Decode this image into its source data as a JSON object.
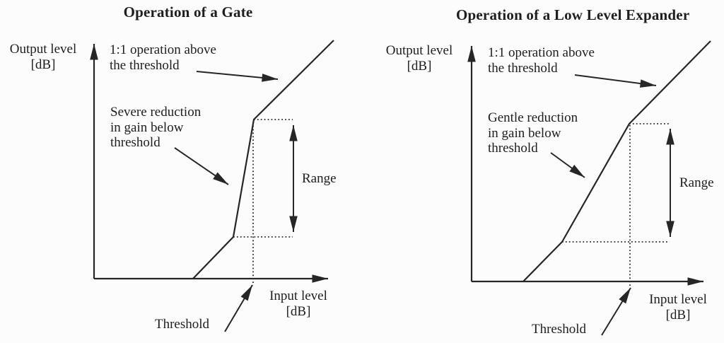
{
  "colors": {
    "background": "#fcfcfc",
    "ink": "#262626",
    "text": "#1e1e1e"
  },
  "diagrams": [
    {
      "title": "Operation of a Gate",
      "y_axis_label": [
        "Output level",
        "[dB]"
      ],
      "x_axis_label": [
        "Input level",
        "[dB]"
      ],
      "unity_annotation": [
        "1:1 operation above",
        "the threshold"
      ],
      "reduction_annotation": [
        "Severe reduction",
        "in gain below",
        "threshold"
      ],
      "range_label": "Range",
      "threshold_label": "Threshold"
    },
    {
      "title": "Operation of a Low Level Expander",
      "y_axis_label": [
        "Output level",
        "[dB]"
      ],
      "x_axis_label": [
        "Input level",
        "[dB]"
      ],
      "unity_annotation": [
        "1:1 operation above",
        "the threshold"
      ],
      "reduction_annotation": [
        "Gentle reduction",
        "in gain below",
        "threshold"
      ],
      "range_label": "Range",
      "threshold_label": "Threshold"
    }
  ]
}
